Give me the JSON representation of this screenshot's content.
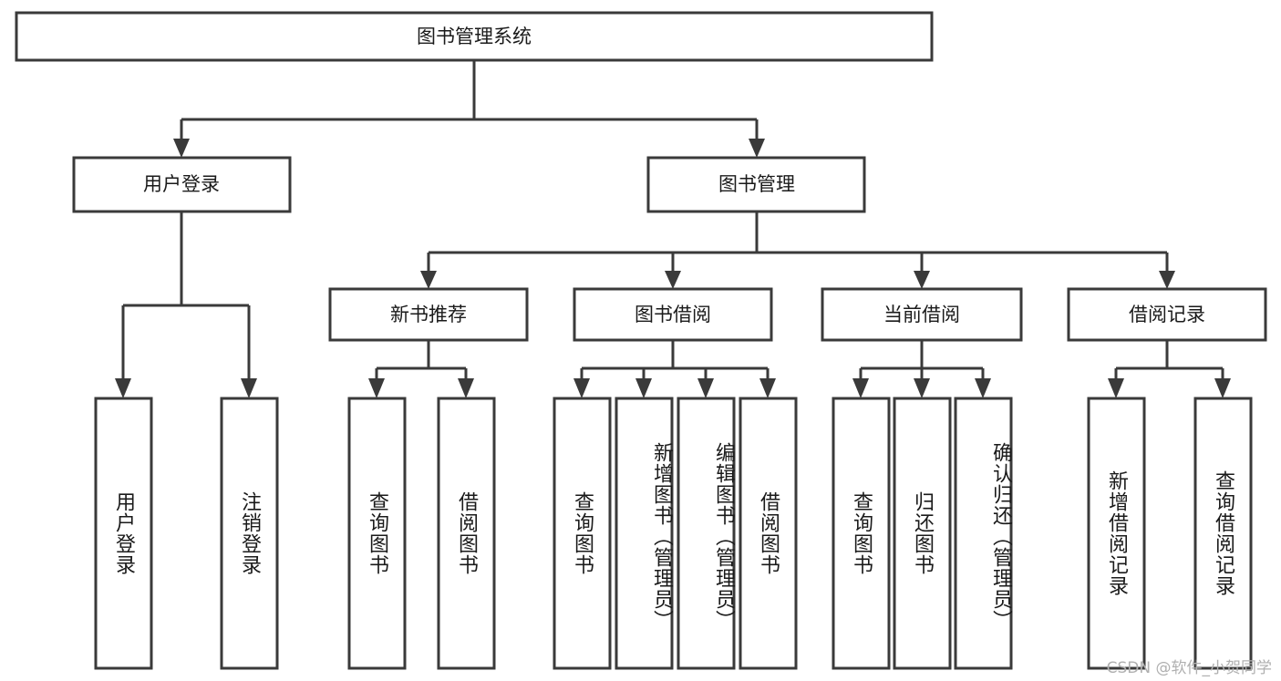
{
  "diagram": {
    "title": "图书管理系统",
    "watermark": "CSDN @软件_小贺同学",
    "colors": {
      "stroke": "#3a3a3a",
      "fill": "#ffffff",
      "text": "#1a1a1a",
      "watermark": "#b0b0b0"
    },
    "root": {
      "label": "图书管理系统"
    },
    "level2": [
      {
        "label": "用户登录"
      },
      {
        "label": "图书管理"
      }
    ],
    "level3": [
      {
        "label": "新书推荐"
      },
      {
        "label": "图书借阅"
      },
      {
        "label": "当前借阅"
      },
      {
        "label": "借阅记录"
      }
    ],
    "leaves": {
      "user_login": [
        {
          "label": "用户登录"
        },
        {
          "label": "注销登录"
        }
      ],
      "new_book": [
        {
          "label": "查询图书"
        },
        {
          "label": "借阅图书"
        }
      ],
      "book_borrow": [
        {
          "label": "查询图书"
        },
        {
          "label": "新增图书（管理员）"
        },
        {
          "label": "编辑图书（管理员）"
        },
        {
          "label": "借阅图书"
        }
      ],
      "current_borrow": [
        {
          "label": "查询图书"
        },
        {
          "label": "归还图书"
        },
        {
          "label": "确认归还（管理员）"
        }
      ],
      "borrow_record": [
        {
          "label": "新增借阅记录"
        },
        {
          "label": "查询借阅记录"
        }
      ]
    }
  }
}
